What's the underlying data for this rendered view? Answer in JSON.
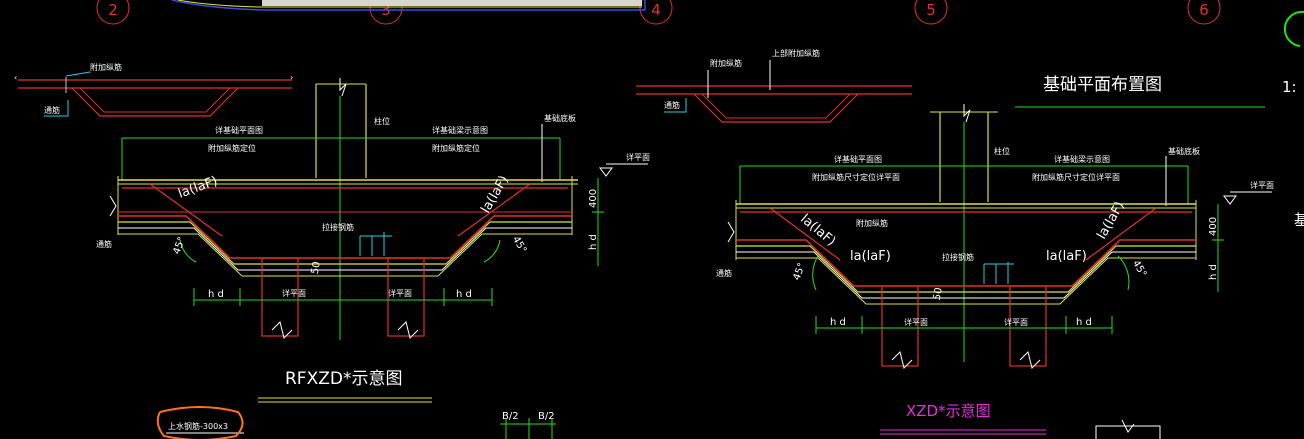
{
  "drawing": {
    "grid_labels": [
      "2",
      "3",
      "4",
      "5",
      "6"
    ],
    "plan_title": "基础平面布置图",
    "scale_partial": "1:",
    "side_partial": "基",
    "left_detail": {
      "caption": "RFXZD*示意图",
      "top_rebar": "附加纵筋",
      "through_rebar": "通筋",
      "ref1": "详基础平面图",
      "ref2": "详基础梁示意图",
      "ref3": "附加纵筋定位",
      "ref4": "附加纵筋定位",
      "column": "柱位",
      "footing": "基础底板",
      "lap": "la(laF)",
      "tie": "拉接钢筋",
      "level": "详平面",
      "flat": "详平面",
      "angle": "45°",
      "dim_hd": "h d",
      "dim_400": "400",
      "dim_50": "50",
      "note": "上水钢筋-300x3"
    },
    "right_detail": {
      "caption": "XZD*示意图",
      "top_rebar": "附加纵筋",
      "upper_rebar": "上部附加纵筋",
      "through_rebar": "通筋",
      "ref1": "详基础平面图",
      "ref2": "附加纵筋尺寸定位详平面",
      "ref3": "详基础梁示意图",
      "ref4": "附加纵筋尺寸定位详平面",
      "column": "柱位",
      "footing": "基础底板",
      "lap": "la(laF)",
      "tie": "拉接钢筋",
      "level": "详平面",
      "flat": "详平面",
      "angle": "45°",
      "dim_hd": "h d",
      "dim_400": "400",
      "dim_50": "50"
    },
    "dim_b2": "B/2",
    "colors": {
      "background": "#000000",
      "red": "#e03030",
      "yellow": "#e0e040",
      "green": "#20e020",
      "white": "#ffffff",
      "magenta": "#e030e0",
      "cyan": "#20d0e0",
      "orange": "#ff7020",
      "gray": "#c8c8c8"
    }
  }
}
